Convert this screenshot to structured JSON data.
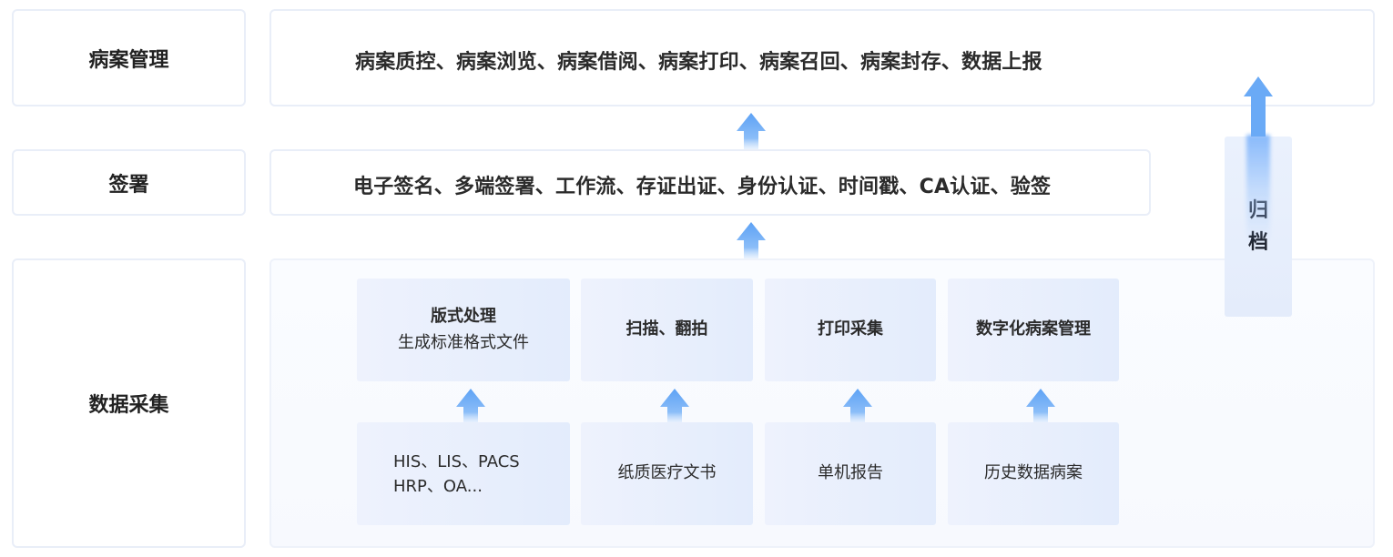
{
  "rows": {
    "management": {
      "label": "病案管理",
      "content": "病案质控、病案浏览、病案借阅、病案打印、病案召回、病案封存、数据上报"
    },
    "signing": {
      "label": "签署",
      "content": "电子签名、多端签署、工作流、存证出证、身份认证、时间戳、CA认证、验签"
    },
    "collection": {
      "label": "数据采集"
    }
  },
  "processing_cards": [
    {
      "title": "版式处理",
      "subtitle": "生成标准格式文件"
    },
    {
      "title": "扫描、翻拍"
    },
    {
      "title": "打印采集"
    },
    {
      "title": "数字化病案管理"
    }
  ],
  "source_cards": [
    {
      "line1": "HIS、LIS、PACS",
      "line2": "HRP、OA..."
    },
    {
      "line1": "纸质医疗文书"
    },
    {
      "line1": "单机报告"
    },
    {
      "line1": "历史数据病案"
    }
  ],
  "archive": {
    "char1": "归",
    "char2": "档"
  },
  "colors": {
    "arrow": "#6aaaf6",
    "border": "#e9eef8",
    "card_bg": "#e6eefc"
  }
}
